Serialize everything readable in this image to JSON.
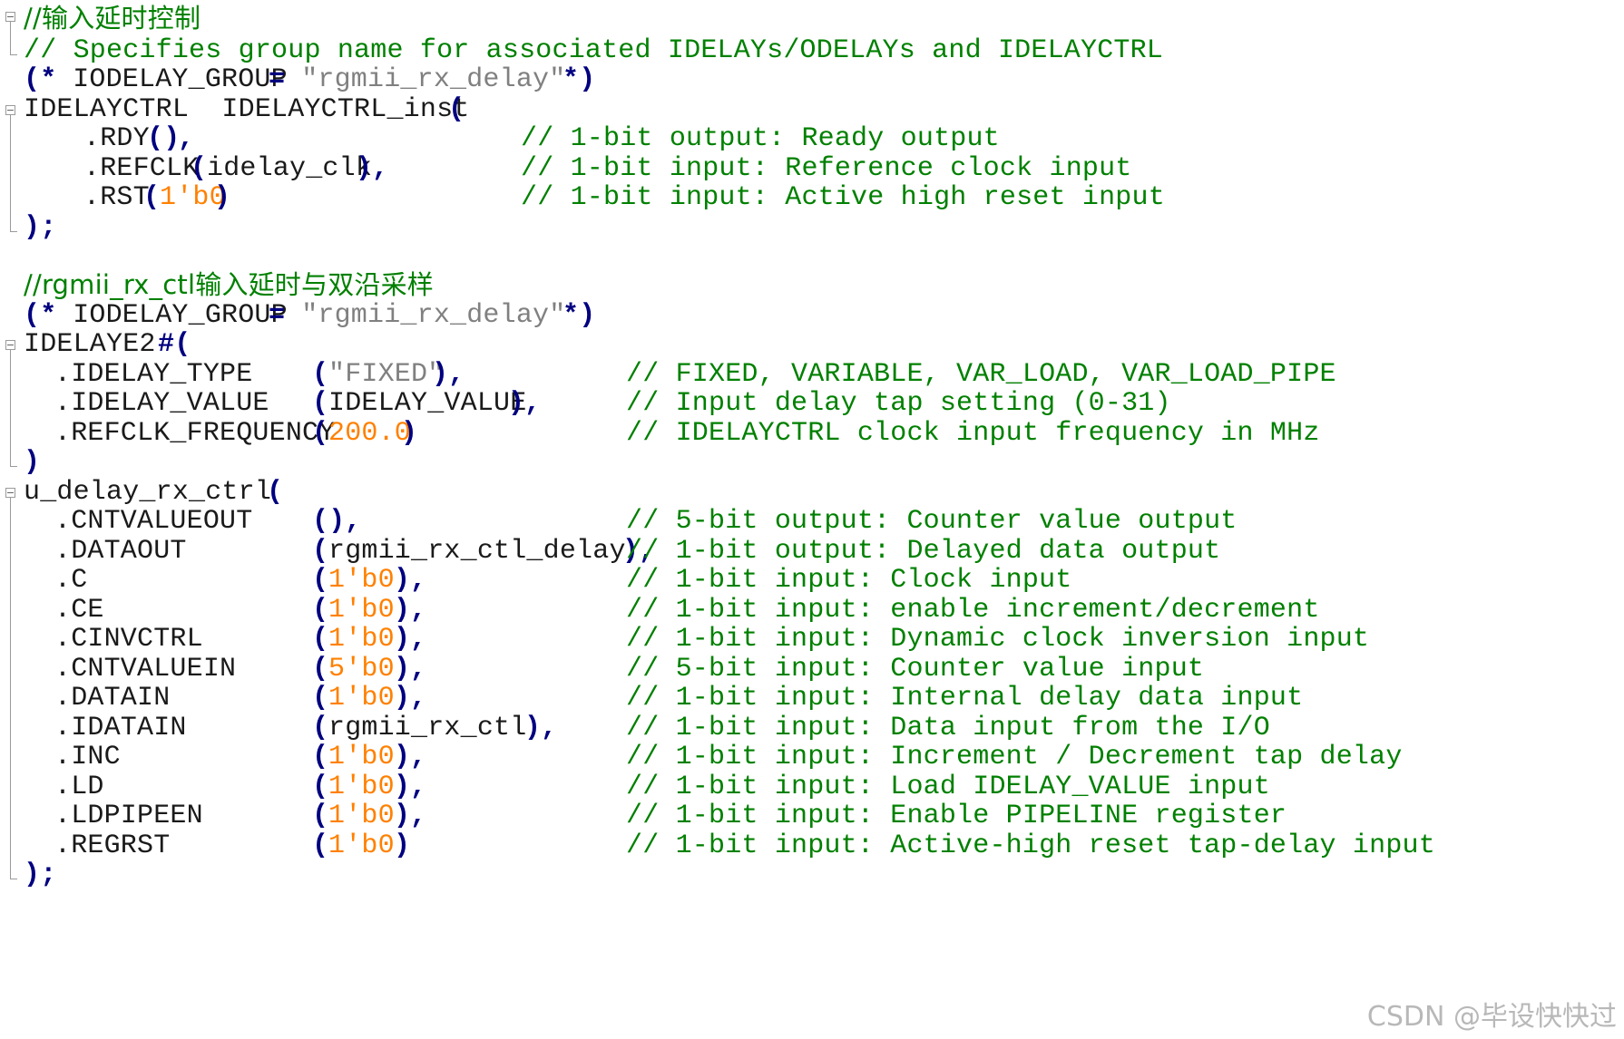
{
  "code": {
    "l1": {
      "comment": "//输入延时控制"
    },
    "l2": {
      "comment": "// Specifies group name for associated IDELAYs/ODELAYs and IDELAYCTRL"
    },
    "l3": {
      "open": "(*",
      "attr": " IODELAY_GROUP ",
      "eq": "=",
      "str": " \"rgmii_rx_delay\" ",
      "close": "*)"
    },
    "l4": {
      "module": "IDELAYCTRL  IDELAYCTRL_inst ",
      "paren": "("
    },
    "l5": {
      "port": ".RDY",
      "p1": "()",
      "comma": ",",
      "comment": "// 1-bit output: Ready output"
    },
    "l6": {
      "port": ".REFCLK",
      "p1": "(",
      "sig": "idelay_clk",
      "p2": ")",
      "comma": ",",
      "comment": "// 1-bit input: Reference clock input"
    },
    "l7": {
      "port": ".RST",
      "p1": "(",
      "val": "1'b0",
      "p2": ")",
      "comment": "// 1-bit input: Active high reset input"
    },
    "l8": {
      "end": ");"
    },
    "l10": {
      "comment": "//rgmii_rx_ctl输入延时与双沿采样"
    },
    "l11": {
      "open": "(*",
      "attr": " IODELAY_GROUP ",
      "eq": "=",
      "str": " \"rgmii_rx_delay\" ",
      "close": "*)"
    },
    "l12": {
      "module": "IDELAYE2 ",
      "hash": "#("
    },
    "l13": {
      "port": ".IDELAY_TYPE",
      "p1": "(",
      "str": "\"FIXED\"",
      "p2": ")",
      "comma": ",",
      "comment": "// FIXED, VARIABLE, VAR_LOAD, VAR_LOAD_PIPE"
    },
    "l14": {
      "port": ".IDELAY_VALUE",
      "p1": "(",
      "sig": "IDELAY_VALUE",
      "p2": ")",
      "comma": ",",
      "comment": "// Input delay tap setting (0-31)"
    },
    "l15": {
      "port": ".REFCLK_FREQUENCY",
      "p1": "(",
      "val": "200.0",
      "p2": ")",
      "comment": "// IDELAYCTRL clock input frequency in MHz"
    },
    "l16": {
      "end": ")"
    },
    "l17": {
      "inst": "u_delay_rx_ctrl ",
      "paren": "("
    },
    "ports": [
      {
        "port": ".CNTVALUEOUT",
        "p1": "()",
        "sig": "",
        "val": "",
        "p2": "",
        "comma": ",",
        "comment": "// 5-bit output: Counter value output"
      },
      {
        "port": ".DATAOUT",
        "p1": "(",
        "sig": "rgmii_rx_ctl_delay",
        "val": "",
        "p2": ")",
        "comma": ",",
        "comment": "// 1-bit output: Delayed data output"
      },
      {
        "port": ".C",
        "p1": "(",
        "sig": "",
        "val": "1'b0",
        "p2": ")",
        "comma": ",",
        "comment": "// 1-bit input: Clock input"
      },
      {
        "port": ".CE",
        "p1": "(",
        "sig": "",
        "val": "1'b0",
        "p2": ")",
        "comma": ",",
        "comment": "// 1-bit input: enable increment/decrement"
      },
      {
        "port": ".CINVCTRL",
        "p1": "(",
        "sig": "",
        "val": "1'b0",
        "p2": ")",
        "comma": ",",
        "comment": "// 1-bit input: Dynamic clock inversion input"
      },
      {
        "port": ".CNTVALUEIN",
        "p1": "(",
        "sig": "",
        "val": "5'b0",
        "p2": ")",
        "comma": ",",
        "comment": "// 5-bit input: Counter value input"
      },
      {
        "port": ".DATAIN",
        "p1": "(",
        "sig": "",
        "val": "1'b0",
        "p2": ")",
        "comma": ",",
        "comment": "// 1-bit input: Internal delay data input"
      },
      {
        "port": ".IDATAIN",
        "p1": "(",
        "sig": "rgmii_rx_ctl",
        "val": "",
        "p2": ")",
        "comma": ",",
        "comment": "// 1-bit input: Data input from the I/O"
      },
      {
        "port": ".INC",
        "p1": "(",
        "sig": "",
        "val": "1'b0",
        "p2": ")",
        "comma": ",",
        "comment": "// 1-bit input: Increment / Decrement tap delay"
      },
      {
        "port": ".LD",
        "p1": "(",
        "sig": "",
        "val": "1'b0",
        "p2": ")",
        "comma": ",",
        "comment": "// 1-bit input: Load IDELAY_VALUE input"
      },
      {
        "port": ".LDPIPEEN",
        "p1": "(",
        "sig": "",
        "val": "1'b0",
        "p2": ")",
        "comma": ",",
        "comment": "// 1-bit input: Enable PIPELINE register"
      },
      {
        "port": ".REGRST",
        "p1": "(",
        "sig": "",
        "val": "1'b0",
        "p2": ")",
        "comma": "",
        "comment": "// 1-bit input: Active-high reset tap-delay input"
      }
    ],
    "l30": {
      "end": ");"
    }
  },
  "watermark": "CSDN @毕设快快过",
  "colors": {
    "comment": "#008000",
    "keyword": "#000080",
    "string": "#808080",
    "number": "#ff8000",
    "text": "#1a1a1a"
  }
}
